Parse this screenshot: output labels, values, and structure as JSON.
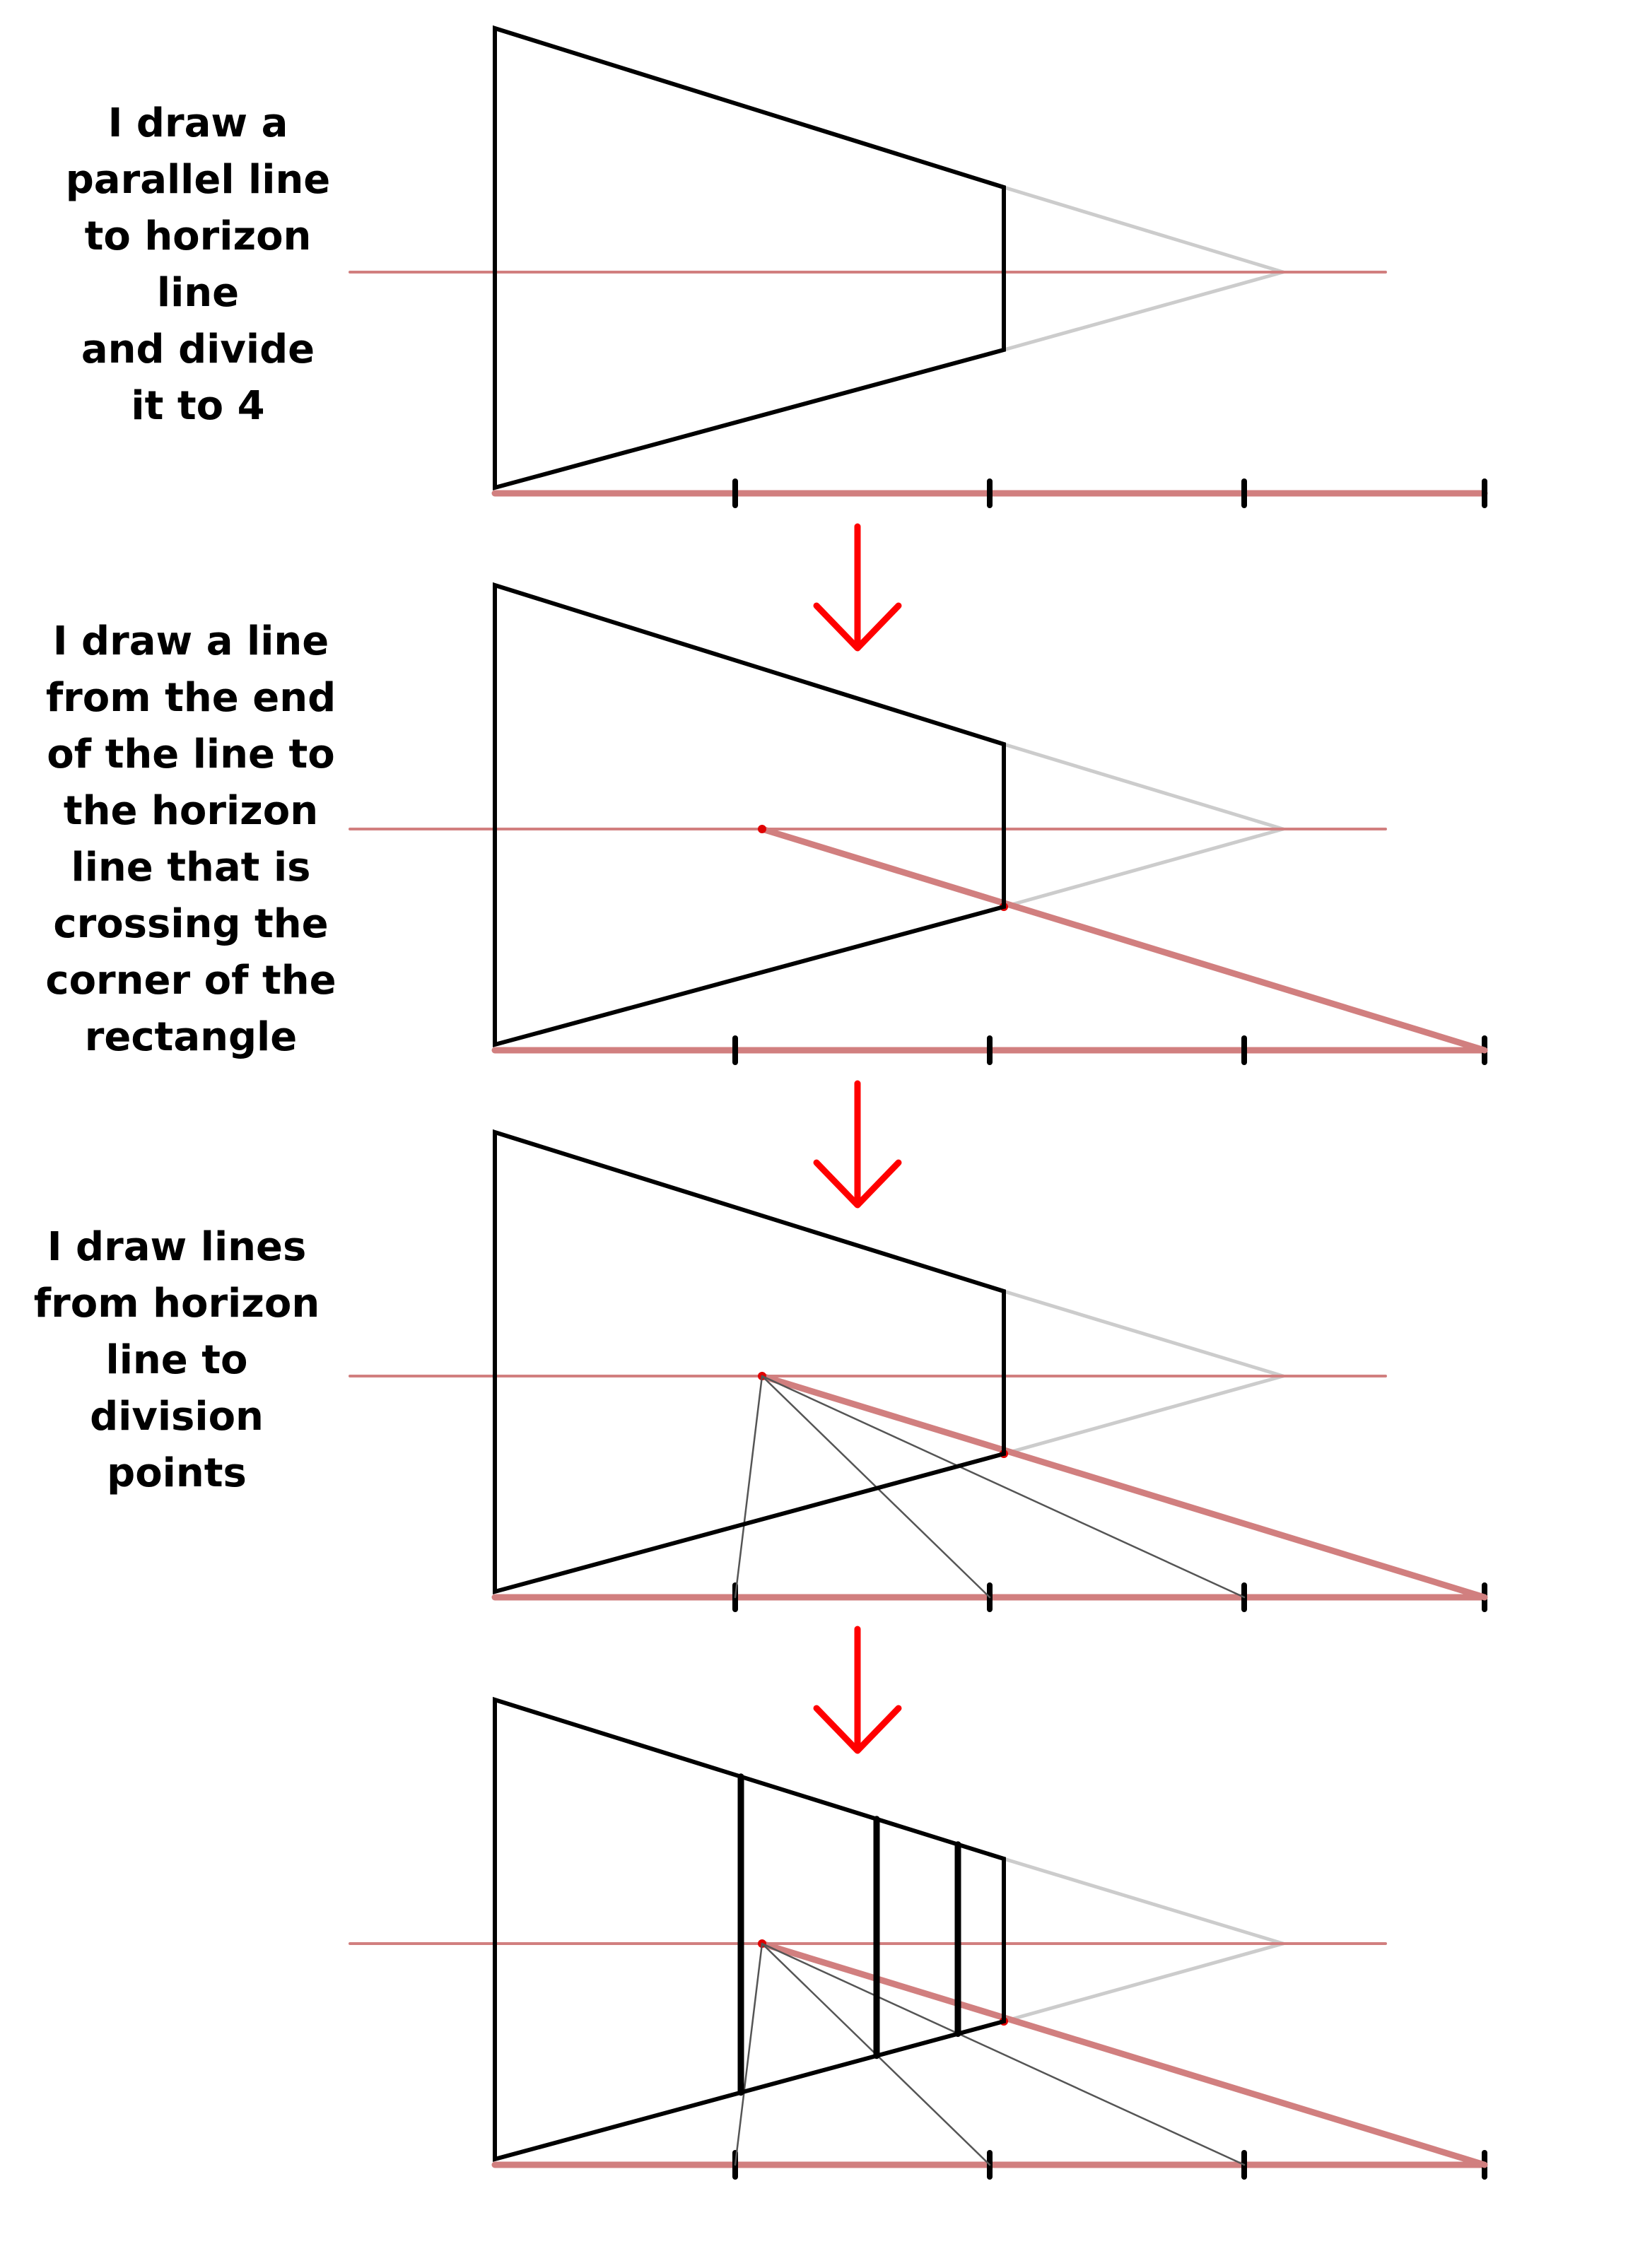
{
  "steps": [
    {
      "text": "I draw a\nparallel line\nto horizon\nline\nand divide\nit to 4"
    },
    {
      "text": "I draw a line\nfrom the end\nof the line to\nthe horizon\nline that is\ncrossing the\ncorner of the\nrectangle"
    },
    {
      "text": "I draw lines\nfrom horizon\nline to\ndivision\npoints"
    },
    {
      "text": ""
    }
  ],
  "divisions": 4,
  "colors": {
    "outline": "#000000",
    "horizon": "#d17f7f",
    "guide_light": "#cccccc",
    "construction": "#555555",
    "arrow": "#ff0000",
    "point": "#e00000"
  }
}
